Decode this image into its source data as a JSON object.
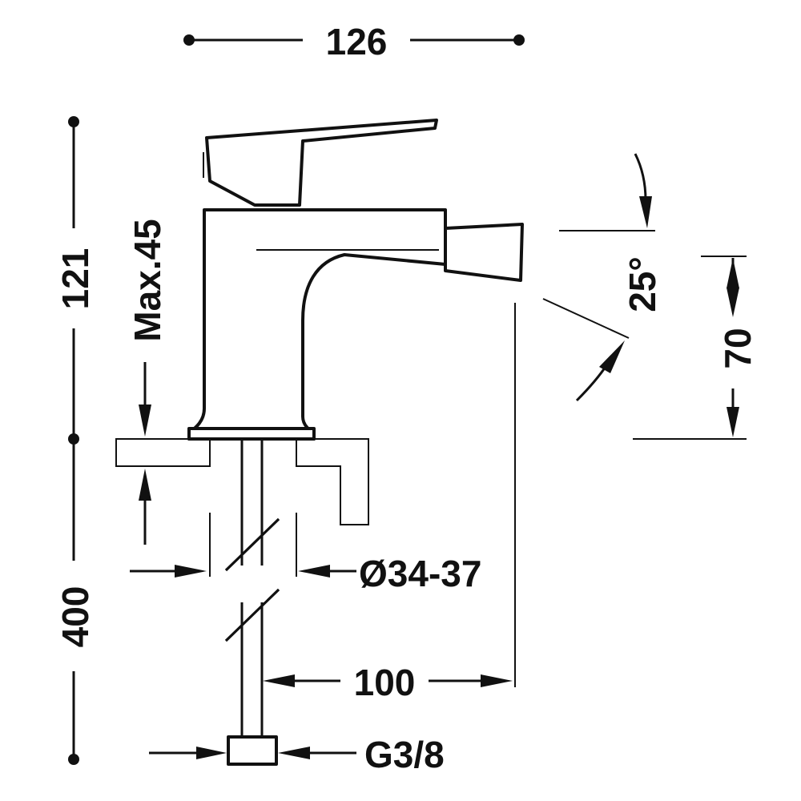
{
  "dimensions": {
    "total_width": "126",
    "total_height": "121",
    "pipe_length": "400",
    "max_deck_thickness": "Max.45",
    "hole_diameter": "Ø34-37",
    "spout_reach": "100",
    "connection_thread": "G3/8",
    "spout_height": "70",
    "swivel_angle": "25°"
  },
  "colors": {
    "ink": "#111111",
    "background": "#ffffff"
  }
}
